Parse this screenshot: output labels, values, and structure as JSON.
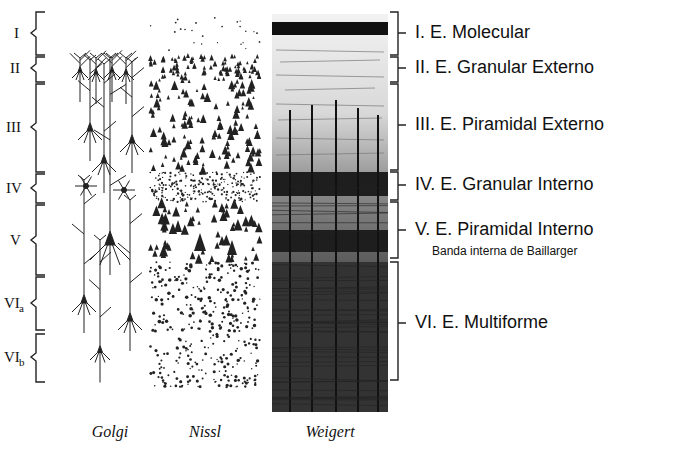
{
  "diagram": {
    "labels": [
      "I",
      "II",
      "III",
      "IV",
      "V",
      "VI",
      "a",
      "VI",
      "b",
      "I. E. Molecular",
      "II. E. Granular Externo",
      "III. E. Piramidal Externo",
      "IV. E. Granular Interno",
      "V. E. Piramidal Interno",
      "Banda interna de Baillarger",
      "VI. E. Multiforme",
      "Golgi",
      "Nissl",
      "Weigert"
    ]
  }
}
